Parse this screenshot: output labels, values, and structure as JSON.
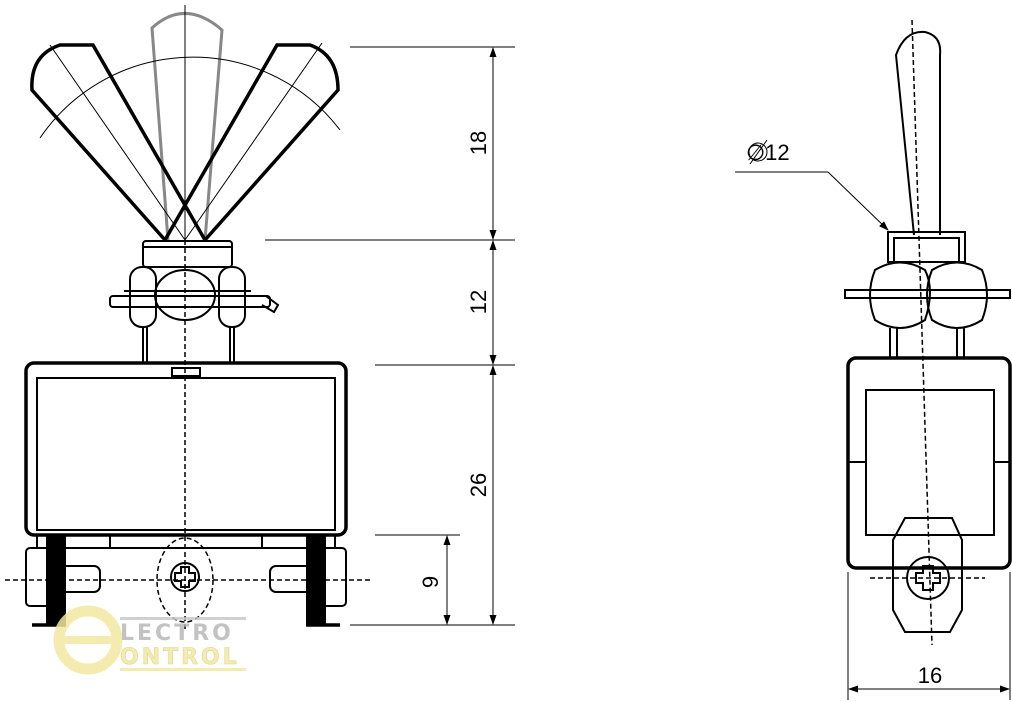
{
  "dimensions": {
    "lever_height": "18",
    "bushing_height": "12",
    "body_height": "26",
    "terminal_height": "9",
    "bushing_diameter": "∅12",
    "width": "16"
  },
  "logo": {
    "line1": "LECTRO",
    "line2": "ONTROL",
    "mark": "e"
  },
  "colors": {
    "line": "#000000",
    "ghost": "#888888",
    "logo_yellow": "#f2e9a0",
    "logo_gray": "#b8b8b8"
  }
}
